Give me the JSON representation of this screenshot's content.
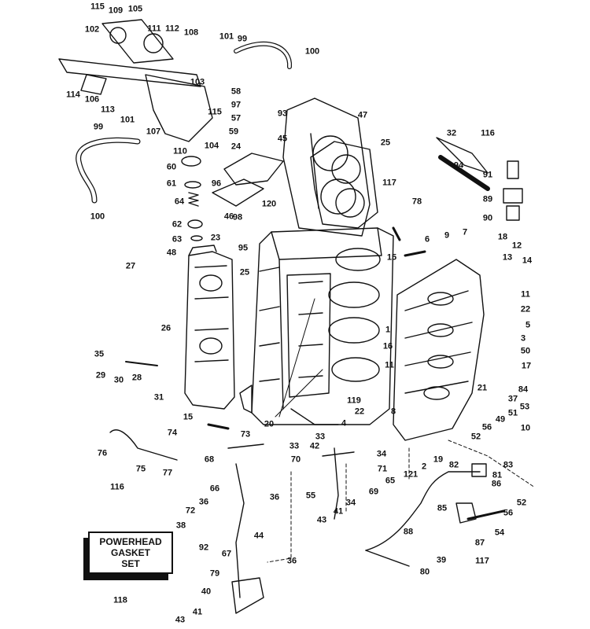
{
  "diagram": {
    "ink_color": "#111111",
    "background_color": "#ffffff",
    "gasket_set_label": "POWERHEAD\nGASKET\nSET",
    "callouts": [
      {
        "id": "c115a",
        "text": "115"
      },
      {
        "id": "c109",
        "text": "109"
      },
      {
        "id": "c105",
        "text": "105"
      },
      {
        "id": "c102",
        "text": "102"
      },
      {
        "id": "c111",
        "text": "111"
      },
      {
        "id": "c112",
        "text": "112"
      },
      {
        "id": "c108",
        "text": "108"
      },
      {
        "id": "c101a",
        "text": "101"
      },
      {
        "id": "c99a",
        "text": "99"
      },
      {
        "id": "c100a",
        "text": "100"
      },
      {
        "id": "c103",
        "text": "103"
      },
      {
        "id": "c114",
        "text": "114"
      },
      {
        "id": "c106",
        "text": "106"
      },
      {
        "id": "c113",
        "text": "113"
      },
      {
        "id": "c58",
        "text": "58"
      },
      {
        "id": "c97",
        "text": "97"
      },
      {
        "id": "c57",
        "text": "57"
      },
      {
        "id": "c59",
        "text": "59"
      },
      {
        "id": "c93",
        "text": "93"
      },
      {
        "id": "c47",
        "text": "47"
      },
      {
        "id": "c99b",
        "text": "99"
      },
      {
        "id": "c101b",
        "text": "101"
      },
      {
        "id": "c107",
        "text": "107"
      },
      {
        "id": "c115b",
        "text": "115"
      },
      {
        "id": "c104",
        "text": "104"
      },
      {
        "id": "c110",
        "text": "110"
      },
      {
        "id": "c24",
        "text": "24"
      },
      {
        "id": "c45",
        "text": "45"
      },
      {
        "id": "c32",
        "text": "32"
      },
      {
        "id": "c116a",
        "text": "116"
      },
      {
        "id": "c25a",
        "text": "25"
      },
      {
        "id": "c60",
        "text": "60"
      },
      {
        "id": "c94",
        "text": "94"
      },
      {
        "id": "c91",
        "text": "91"
      },
      {
        "id": "c61",
        "text": "61"
      },
      {
        "id": "c96",
        "text": "96"
      },
      {
        "id": "c117a",
        "text": "117"
      },
      {
        "id": "c100b",
        "text": "100"
      },
      {
        "id": "c64",
        "text": "64"
      },
      {
        "id": "c46",
        "text": "46"
      },
      {
        "id": "c120",
        "text": "120"
      },
      {
        "id": "c78",
        "text": "78"
      },
      {
        "id": "c89",
        "text": "89"
      },
      {
        "id": "c98",
        "text": "98"
      },
      {
        "id": "c90",
        "text": "90"
      },
      {
        "id": "c62",
        "text": "62"
      },
      {
        "id": "c63",
        "text": "63"
      },
      {
        "id": "c23",
        "text": "23"
      },
      {
        "id": "c95",
        "text": "95"
      },
      {
        "id": "c9",
        "text": "9"
      },
      {
        "id": "c7",
        "text": "7"
      },
      {
        "id": "c18",
        "text": "18"
      },
      {
        "id": "c12",
        "text": "12"
      },
      {
        "id": "c48",
        "text": "48"
      },
      {
        "id": "c15a",
        "text": "15"
      },
      {
        "id": "c6",
        "text": "6"
      },
      {
        "id": "c13",
        "text": "13"
      },
      {
        "id": "c14",
        "text": "14"
      },
      {
        "id": "c27",
        "text": "27"
      },
      {
        "id": "c25b",
        "text": "25"
      },
      {
        "id": "c11a",
        "text": "11"
      },
      {
        "id": "c22a",
        "text": "22"
      },
      {
        "id": "c26",
        "text": "26"
      },
      {
        "id": "c1",
        "text": "1"
      },
      {
        "id": "c5",
        "text": "5"
      },
      {
        "id": "c3",
        "text": "3"
      },
      {
        "id": "c16",
        "text": "16"
      },
      {
        "id": "c50",
        "text": "50"
      },
      {
        "id": "c35",
        "text": "35"
      },
      {
        "id": "c17",
        "text": "17"
      },
      {
        "id": "c29",
        "text": "29"
      },
      {
        "id": "c30",
        "text": "30"
      },
      {
        "id": "c28",
        "text": "28"
      },
      {
        "id": "c11b",
        "text": "11"
      },
      {
        "id": "c84",
        "text": "84"
      },
      {
        "id": "c31",
        "text": "31"
      },
      {
        "id": "c21",
        "text": "21"
      },
      {
        "id": "c37",
        "text": "37"
      },
      {
        "id": "c119",
        "text": "119"
      },
      {
        "id": "c53",
        "text": "53"
      },
      {
        "id": "c22b",
        "text": "22"
      },
      {
        "id": "c8",
        "text": "8"
      },
      {
        "id": "c51",
        "text": "51"
      },
      {
        "id": "c15b",
        "text": "15"
      },
      {
        "id": "c4",
        "text": "4"
      },
      {
        "id": "c49",
        "text": "49"
      },
      {
        "id": "c20",
        "text": "20"
      },
      {
        "id": "c56a",
        "text": "56"
      },
      {
        "id": "c10",
        "text": "10"
      },
      {
        "id": "c74",
        "text": "74"
      },
      {
        "id": "c33a",
        "text": "33"
      },
      {
        "id": "c52a",
        "text": "52"
      },
      {
        "id": "c73",
        "text": "73"
      },
      {
        "id": "c33b",
        "text": "33"
      },
      {
        "id": "c42",
        "text": "42"
      },
      {
        "id": "c76",
        "text": "76"
      },
      {
        "id": "c34a",
        "text": "34"
      },
      {
        "id": "c19",
        "text": "19"
      },
      {
        "id": "c75",
        "text": "75"
      },
      {
        "id": "c77",
        "text": "77"
      },
      {
        "id": "c70",
        "text": "70"
      },
      {
        "id": "c71",
        "text": "71"
      },
      {
        "id": "c82",
        "text": "82"
      },
      {
        "id": "c83",
        "text": "83"
      },
      {
        "id": "c68",
        "text": "68"
      },
      {
        "id": "c2",
        "text": "2"
      },
      {
        "id": "c121",
        "text": "121"
      },
      {
        "id": "c81",
        "text": "81"
      },
      {
        "id": "c65",
        "text": "65"
      },
      {
        "id": "c116b",
        "text": "116"
      },
      {
        "id": "c86",
        "text": "86"
      },
      {
        "id": "c66",
        "text": "66"
      },
      {
        "id": "c36a",
        "text": "36"
      },
      {
        "id": "c55",
        "text": "55"
      },
      {
        "id": "c69",
        "text": "69"
      },
      {
        "id": "c52b",
        "text": "52"
      },
      {
        "id": "c36b",
        "text": "36"
      },
      {
        "id": "c34b",
        "text": "34"
      },
      {
        "id": "c72",
        "text": "72"
      },
      {
        "id": "c41a",
        "text": "41"
      },
      {
        "id": "c85",
        "text": "85"
      },
      {
        "id": "c56b",
        "text": "56"
      },
      {
        "id": "c38",
        "text": "38"
      },
      {
        "id": "c43a",
        "text": "43"
      },
      {
        "id": "c88",
        "text": "88"
      },
      {
        "id": "c54",
        "text": "54"
      },
      {
        "id": "c44",
        "text": "44"
      },
      {
        "id": "c87",
        "text": "87"
      },
      {
        "id": "c92",
        "text": "92"
      },
      {
        "id": "c67",
        "text": "67"
      },
      {
        "id": "c39",
        "text": "39"
      },
      {
        "id": "c117b",
        "text": "117"
      },
      {
        "id": "c36c",
        "text": "36"
      },
      {
        "id": "c80",
        "text": "80"
      },
      {
        "id": "c79",
        "text": "79"
      },
      {
        "id": "c118",
        "text": "118"
      },
      {
        "id": "c40",
        "text": "40"
      },
      {
        "id": "c41b",
        "text": "41"
      },
      {
        "id": "c43b",
        "text": "43"
      }
    ]
  }
}
